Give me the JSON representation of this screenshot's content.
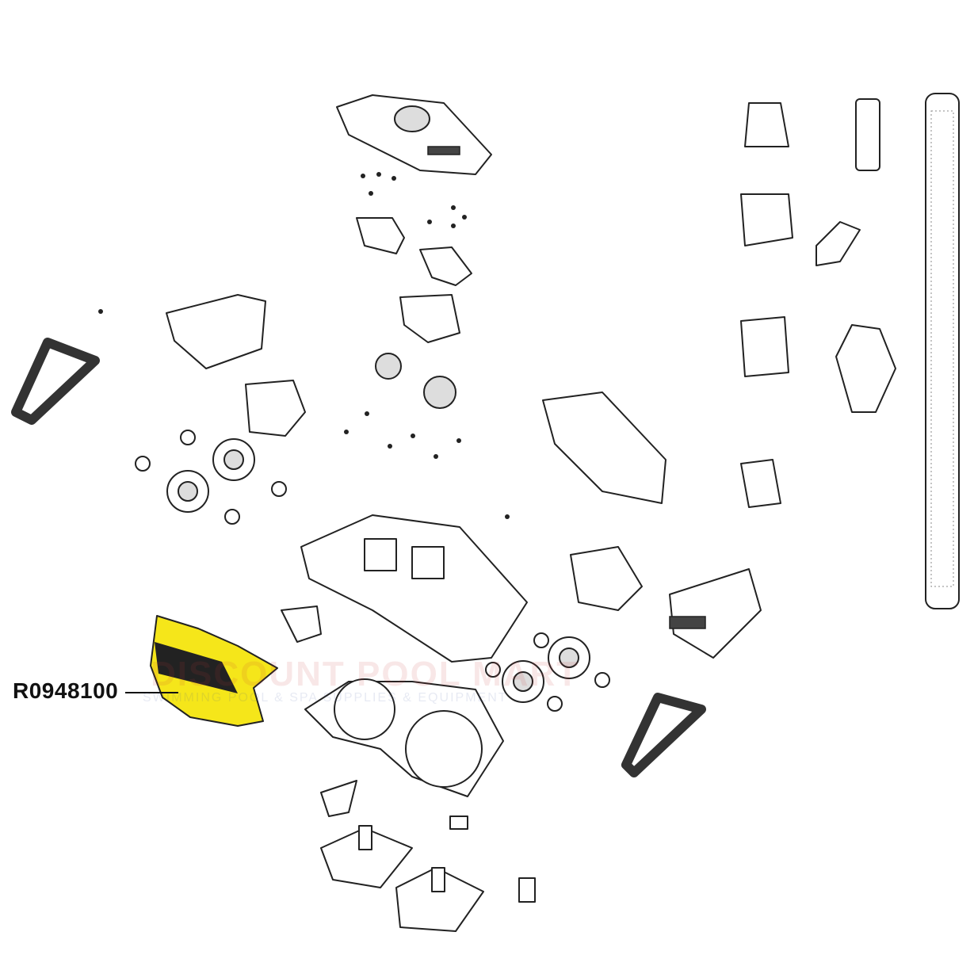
{
  "part_label": "R0948100",
  "highlight_color": "#f5e61a",
  "watermark": {
    "title": "DISCOUNT POOL MART",
    "subtitle": "SWIMMING POOL & SPA SUPPLIES & EQUIPMENT"
  }
}
